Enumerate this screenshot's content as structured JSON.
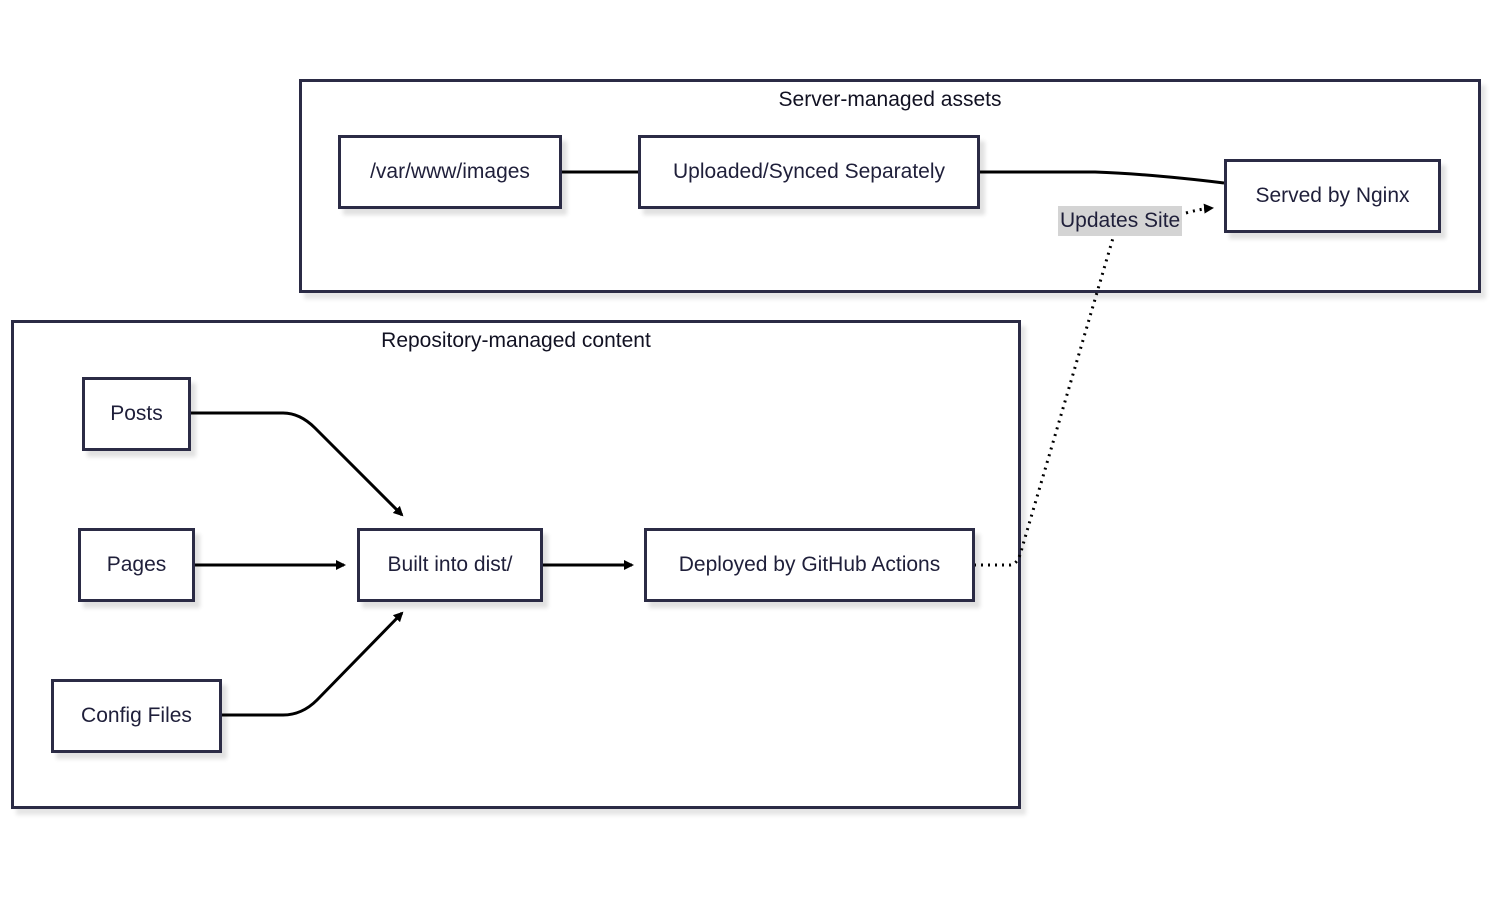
{
  "groups": {
    "server": {
      "title": "Server-managed assets"
    },
    "repo": {
      "title": "Repository-managed content"
    }
  },
  "nodes": {
    "images": "/var/www/images",
    "uploaded": "Uploaded/Synced Separately",
    "nginx": "Served by Nginx",
    "posts": "Posts",
    "pages": "Pages",
    "config": "Config Files",
    "built": "Built into dist/",
    "deployed": "Deployed by GitHub Actions"
  },
  "edges": [
    {
      "from": "images",
      "to": "uploaded",
      "style": "solid",
      "arrow": false
    },
    {
      "from": "uploaded",
      "to": "nginx",
      "style": "solid",
      "arrow": false
    },
    {
      "from": "posts",
      "to": "built",
      "style": "solid",
      "arrow": true
    },
    {
      "from": "pages",
      "to": "built",
      "style": "solid",
      "arrow": true
    },
    {
      "from": "config",
      "to": "built",
      "style": "solid",
      "arrow": true
    },
    {
      "from": "built",
      "to": "deployed",
      "style": "solid",
      "arrow": true
    },
    {
      "from": "deployed",
      "to": "nginx",
      "style": "dotted",
      "arrow": true,
      "label": "Updates Site"
    }
  ],
  "colors": {
    "stroke": "#2b2b45",
    "edge": "#000000",
    "label_bg": "#d4d4d4",
    "text": "#1f1f3a"
  }
}
